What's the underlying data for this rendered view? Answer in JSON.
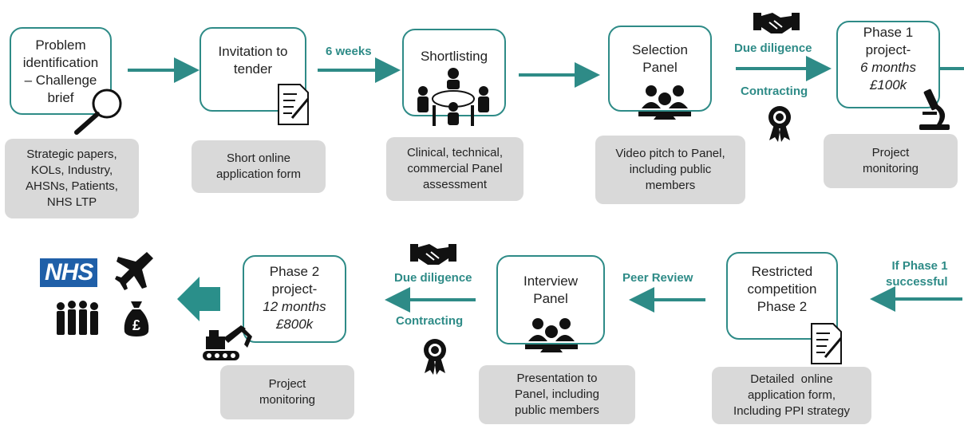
{
  "row1": {
    "problem": {
      "line1": "Problem",
      "line2": "identification",
      "line3": "– Challenge",
      "line4": "brief"
    },
    "problem_note": {
      "line1": "Strategic papers,",
      "line2": "KOLs, Industry,",
      "line3": "AHSNs, Patients,",
      "line4": "NHS LTP"
    },
    "invitation": {
      "line1": "Invitation to",
      "line2": "tender"
    },
    "invitation_note": {
      "line1": "Short online",
      "line2": "application form"
    },
    "weeks_label": "6 weeks",
    "shortlisting": {
      "line1": "Shortlisting"
    },
    "shortlisting_note": {
      "line1": "Clinical, technical,",
      "line2": "commercial Panel",
      "line3": "assessment"
    },
    "selection": {
      "line1": "Selection",
      "line2": "Panel"
    },
    "selection_note": {
      "line1": "Video pitch to Panel,",
      "line2": "including public",
      "line3": "members"
    },
    "due_diligence": "Due diligence",
    "contracting": "Contracting",
    "phase1": {
      "line1": "Phase 1",
      "line2": "project-",
      "line3": "6 months",
      "line4": "£100k"
    },
    "phase1_note": {
      "line1": "Project",
      "line2": "monitoring"
    }
  },
  "row2": {
    "if_phase1": {
      "line1": "If Phase 1",
      "line2": "successful"
    },
    "restricted": {
      "line1": "Restricted",
      "line2": "competition",
      "line3": "Phase 2"
    },
    "restricted_note": {
      "line1": "Detailed  online",
      "line2": "application form,",
      "line3": "Including PPI strategy"
    },
    "peer_review": "Peer Review",
    "interview": {
      "line1": "Interview",
      "line2": "Panel"
    },
    "interview_note": {
      "line1": "Presentation to",
      "line2": "Panel, including",
      "line3": "public members"
    },
    "due_diligence": "Due diligence",
    "contracting": "Contracting",
    "phase2": {
      "line1": "Phase 2",
      "line2": "project-",
      "line3": "12 months",
      "line4": "£800k"
    },
    "phase2_note": {
      "line1": "Project",
      "line2": "monitoring"
    },
    "nhs_logo": "NHS"
  },
  "colors": {
    "teal": "#2e8b87",
    "note_grey": "#d9d9d9",
    "nhs_blue": "#1f5fa8"
  }
}
